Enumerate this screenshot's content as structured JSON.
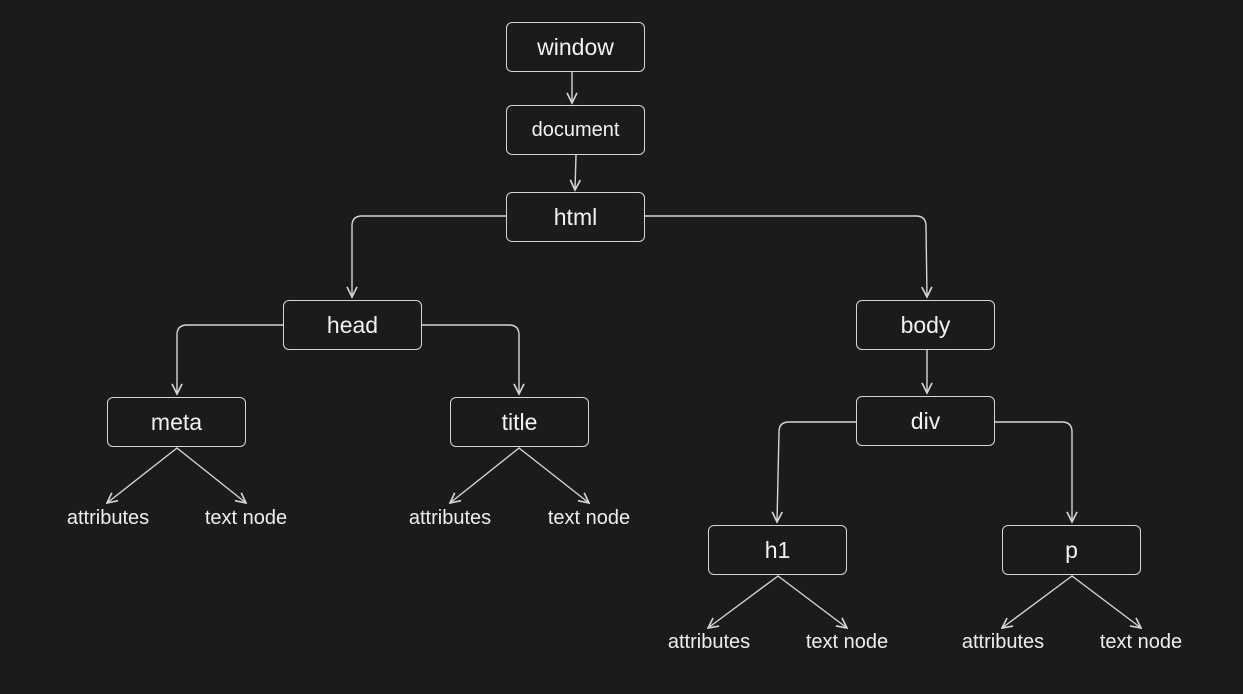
{
  "colors": {
    "background": "#1b1b1b",
    "stroke": "#d6d6d6",
    "text": "#f2f2f2"
  },
  "nodes": {
    "window": "window",
    "document": "document",
    "html": "html",
    "head": "head",
    "body": "body",
    "meta": "meta",
    "title": "title",
    "div": "div",
    "h1": "h1",
    "p": "p"
  },
  "leaves": {
    "meta_attributes": "attributes",
    "meta_text": "text node",
    "title_attributes": "attributes",
    "title_text": "text node",
    "h1_attributes": "attributes",
    "h1_text": "text node",
    "p_attributes": "attributes",
    "p_text": "text node"
  }
}
